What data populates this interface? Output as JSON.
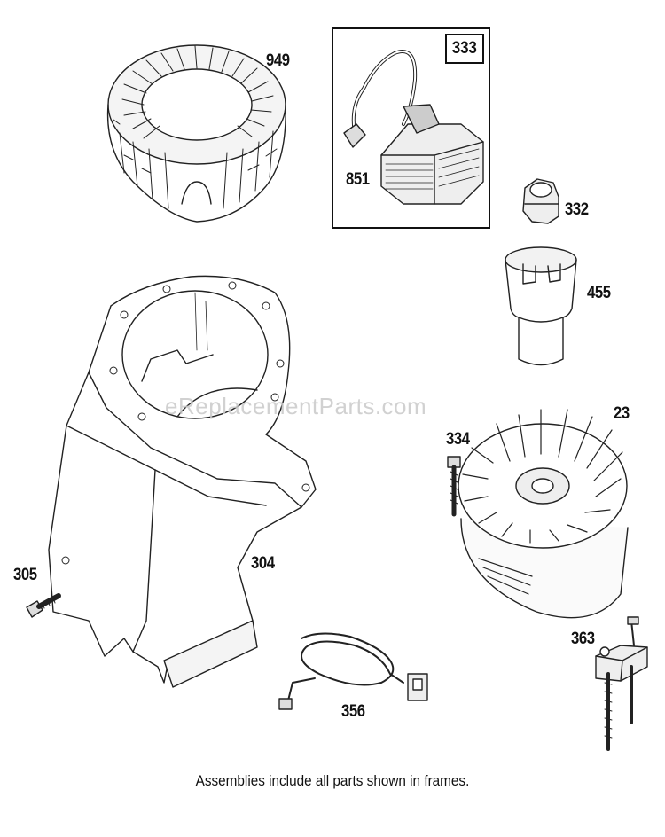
{
  "watermark": "eReplacementParts.com",
  "footer_note": "Assemblies include all parts shown in frames.",
  "frame_tag": "333",
  "parts": [
    {
      "id": "p949",
      "number": "949",
      "name": "Blower Housing Screen"
    },
    {
      "id": "p851",
      "number": "851",
      "name": "Ignition Armature"
    },
    {
      "id": "p332",
      "number": "332",
      "name": "Nut"
    },
    {
      "id": "p455",
      "number": "455",
      "name": "Starter Cup"
    },
    {
      "id": "p23",
      "number": "23",
      "name": "Flywheel"
    },
    {
      "id": "p334",
      "number": "334",
      "name": "Screw"
    },
    {
      "id": "p304",
      "number": "304",
      "name": "Blower Housing"
    },
    {
      "id": "p305",
      "number": "305",
      "name": "Screw"
    },
    {
      "id": "p356",
      "number": "356",
      "name": "Ground Wire"
    },
    {
      "id": "p363",
      "number": "363",
      "name": "Stop Switch"
    }
  ]
}
